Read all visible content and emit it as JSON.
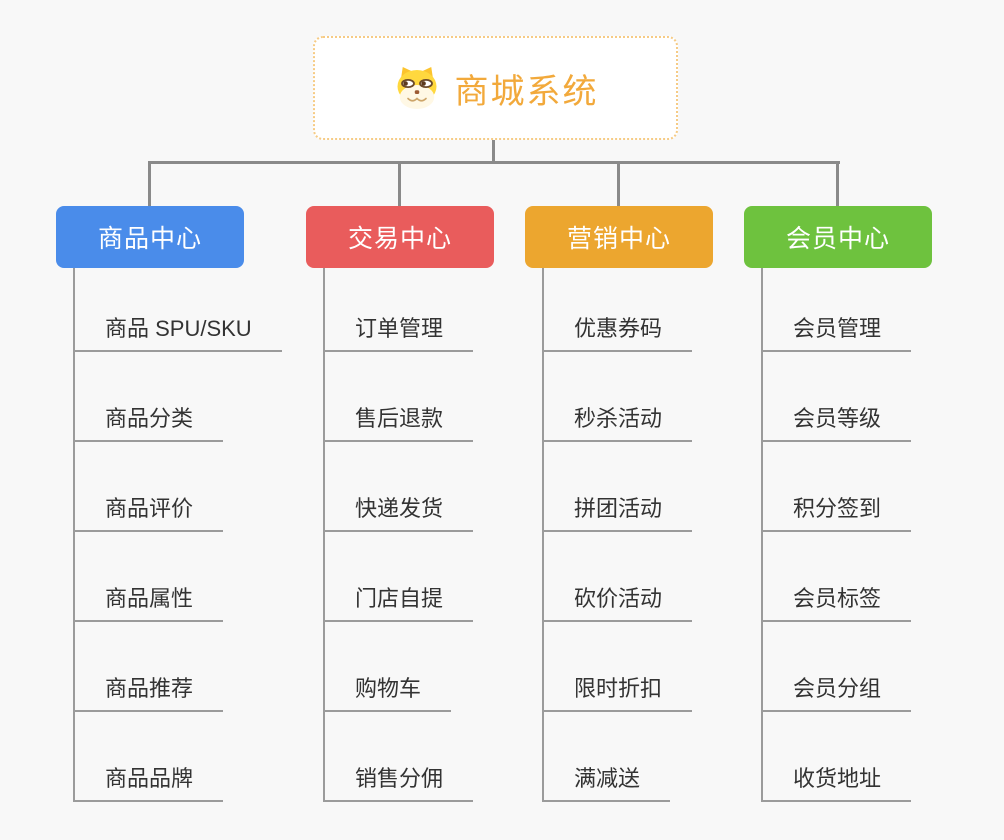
{
  "root": {
    "title": "商城系统",
    "icon": "doge-icon",
    "accent_color": "#f2a93b",
    "border_color": "#f6cb85"
  },
  "style": {
    "background_color": "#f8f8f8",
    "connector_color": "#8a8a8a",
    "underline_color": "#9b9b9b",
    "leaf_text_color": "#333333"
  },
  "branches": [
    {
      "label": "商品中心",
      "color": "#4a8cea",
      "children": [
        "商品 SPU/SKU",
        "商品分类",
        "商品评价",
        "商品属性",
        "商品推荐",
        "商品品牌"
      ]
    },
    {
      "label": "交易中心",
      "color": "#e95c5c",
      "children": [
        "订单管理",
        "售后退款",
        "快递发货",
        "门店自提",
        "购物车",
        "销售分佣"
      ]
    },
    {
      "label": "营销中心",
      "color": "#eca62f",
      "children": [
        "优惠券码",
        "秒杀活动",
        "拼团活动",
        "砍价活动",
        "限时折扣",
        "满减送"
      ]
    },
    {
      "label": "会员中心",
      "color": "#6ec23e",
      "children": [
        "会员管理",
        "会员等级",
        "积分签到",
        "会员标签",
        "会员分组",
        "收货地址"
      ]
    }
  ]
}
